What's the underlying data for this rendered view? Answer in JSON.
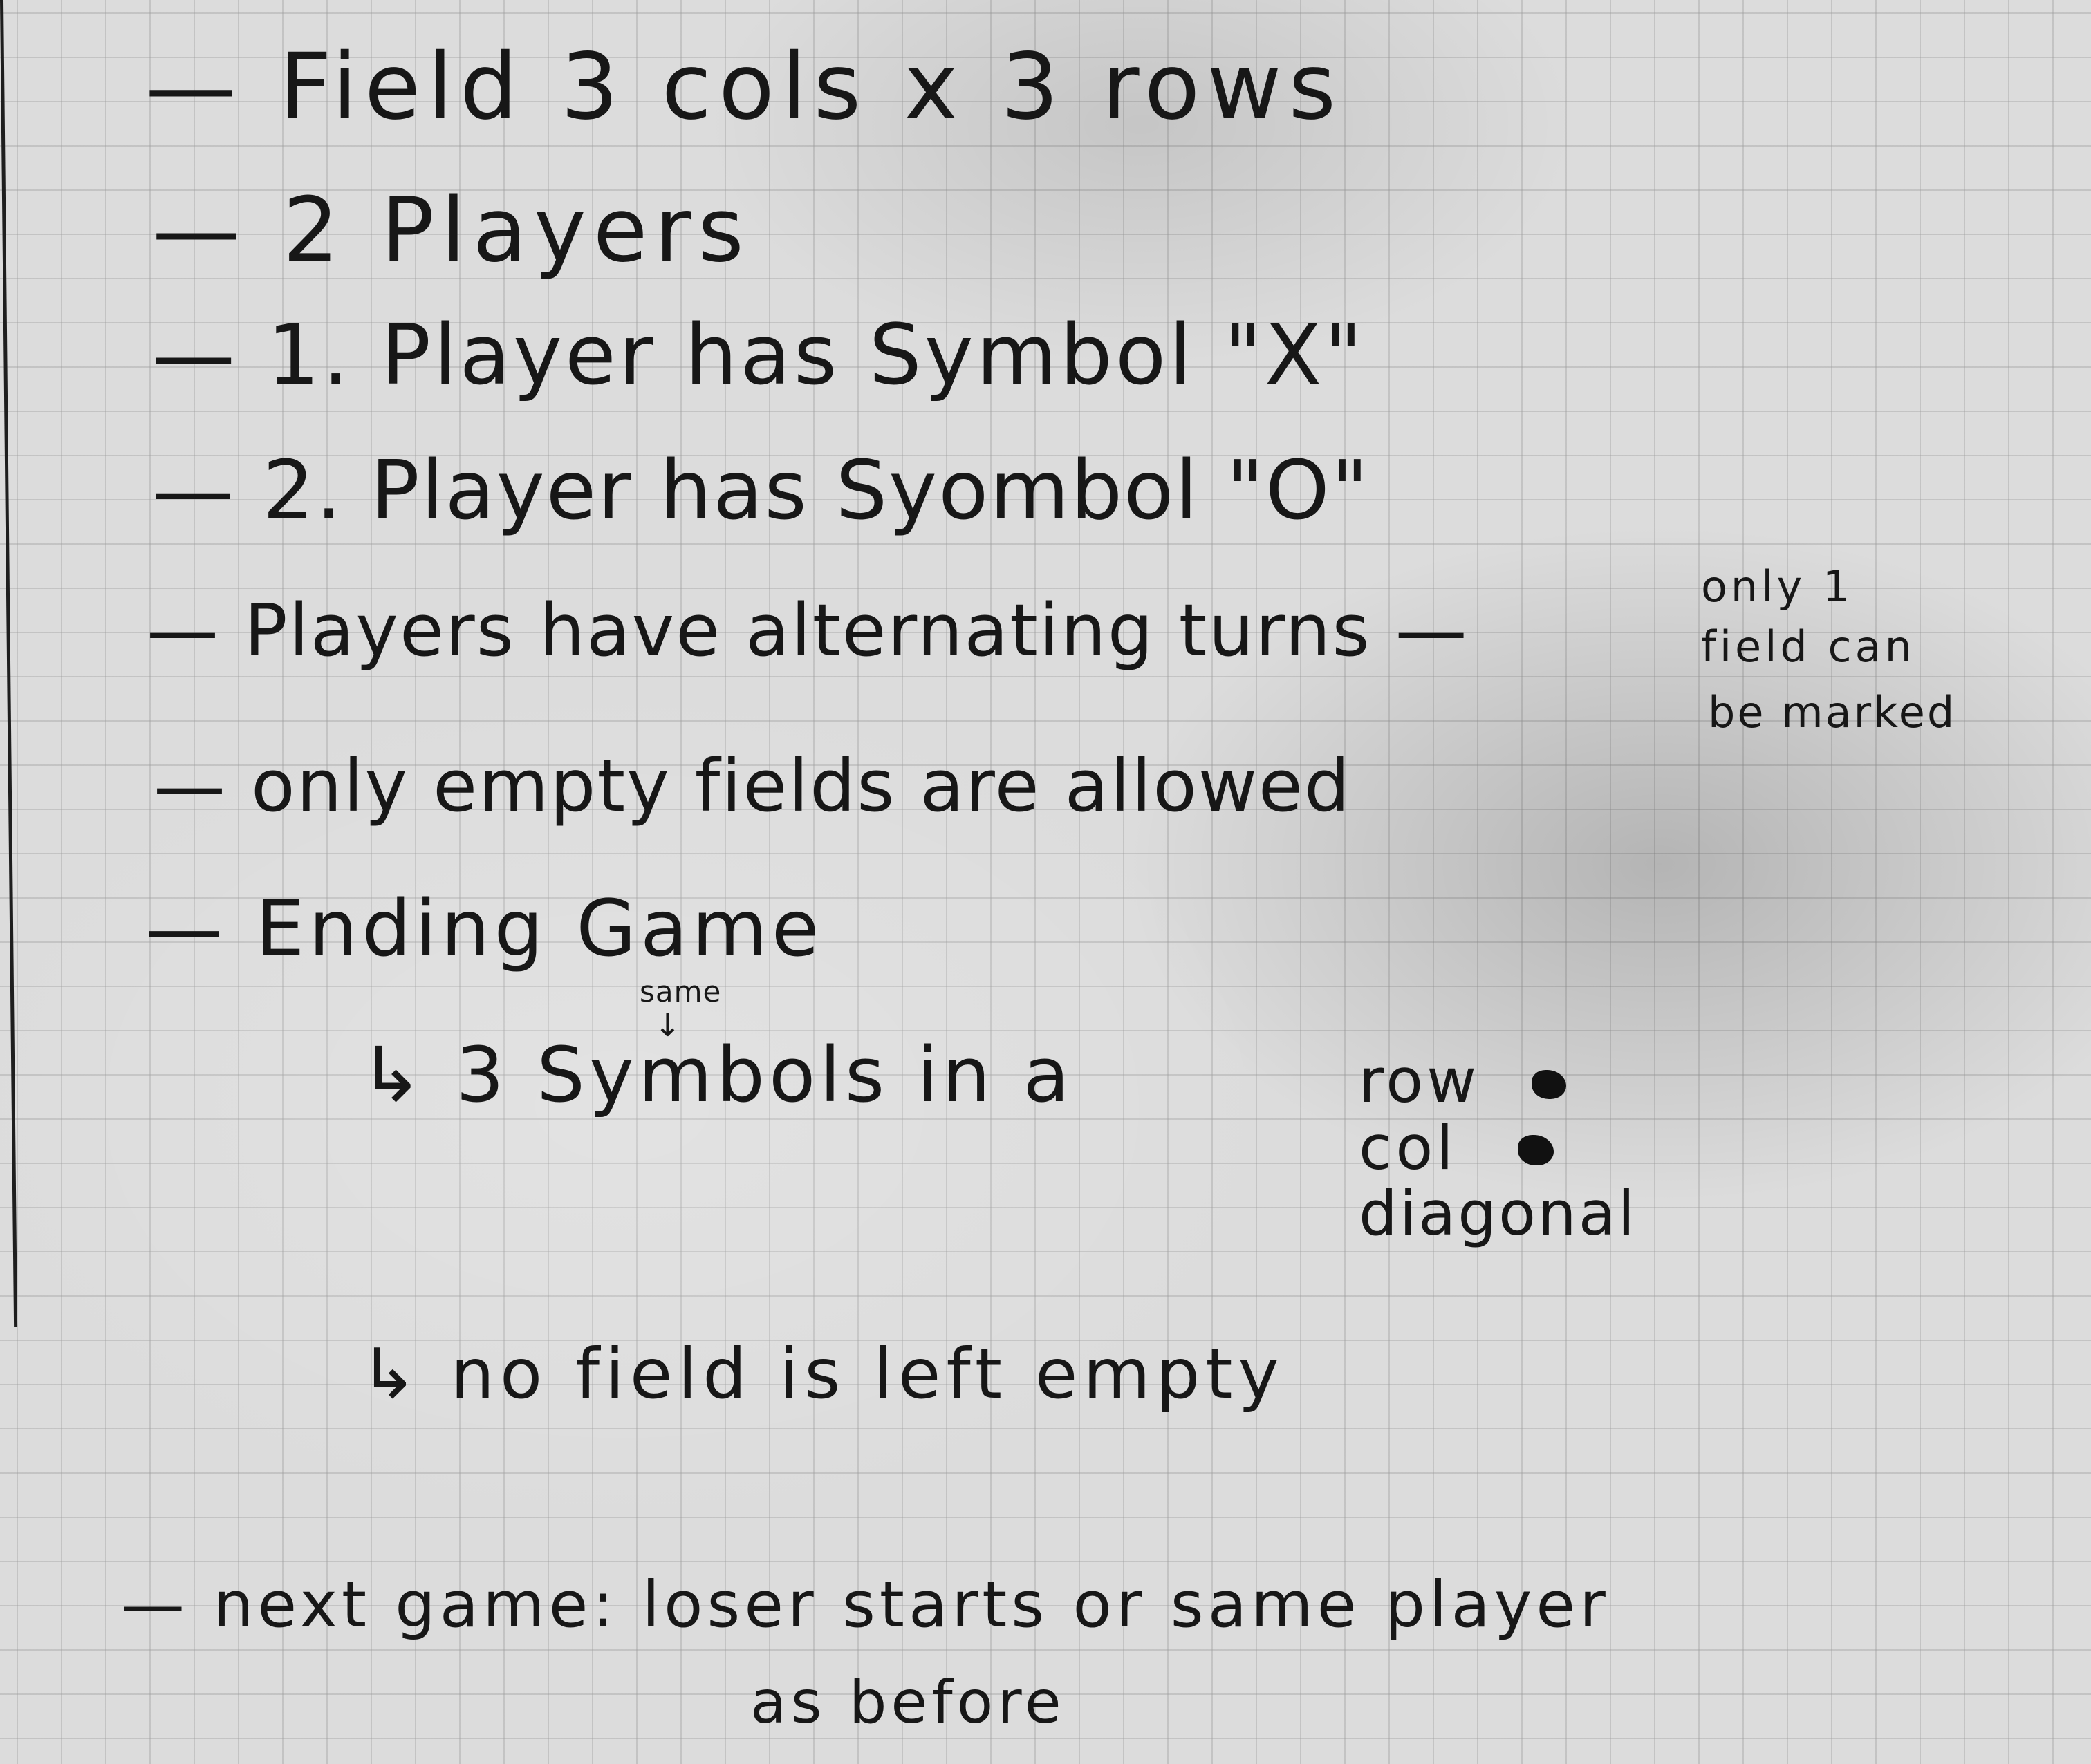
{
  "notes": {
    "line1": "— Field 3 cols x 3 rows",
    "line2": "— 2 Players",
    "line3": "— 1. Player has Symbol \"X\"",
    "line4": "— 2. Player has Syombol \"O\"",
    "line5": "— Players have alternating turns —",
    "side_note": {
      "line1": "only 1",
      "line2": "field can",
      "line3": "be marked"
    },
    "line6": "— only empty fields are allowed",
    "line7": "— Ending Game",
    "line8_annotation": "same",
    "line8": "↳ 3 Symbols in a",
    "line8_options": [
      "row",
      "col",
      "diagonal"
    ],
    "line9": "↳ no field is left empty",
    "line10": "— next game: loser starts or same player",
    "line11": "as before"
  }
}
